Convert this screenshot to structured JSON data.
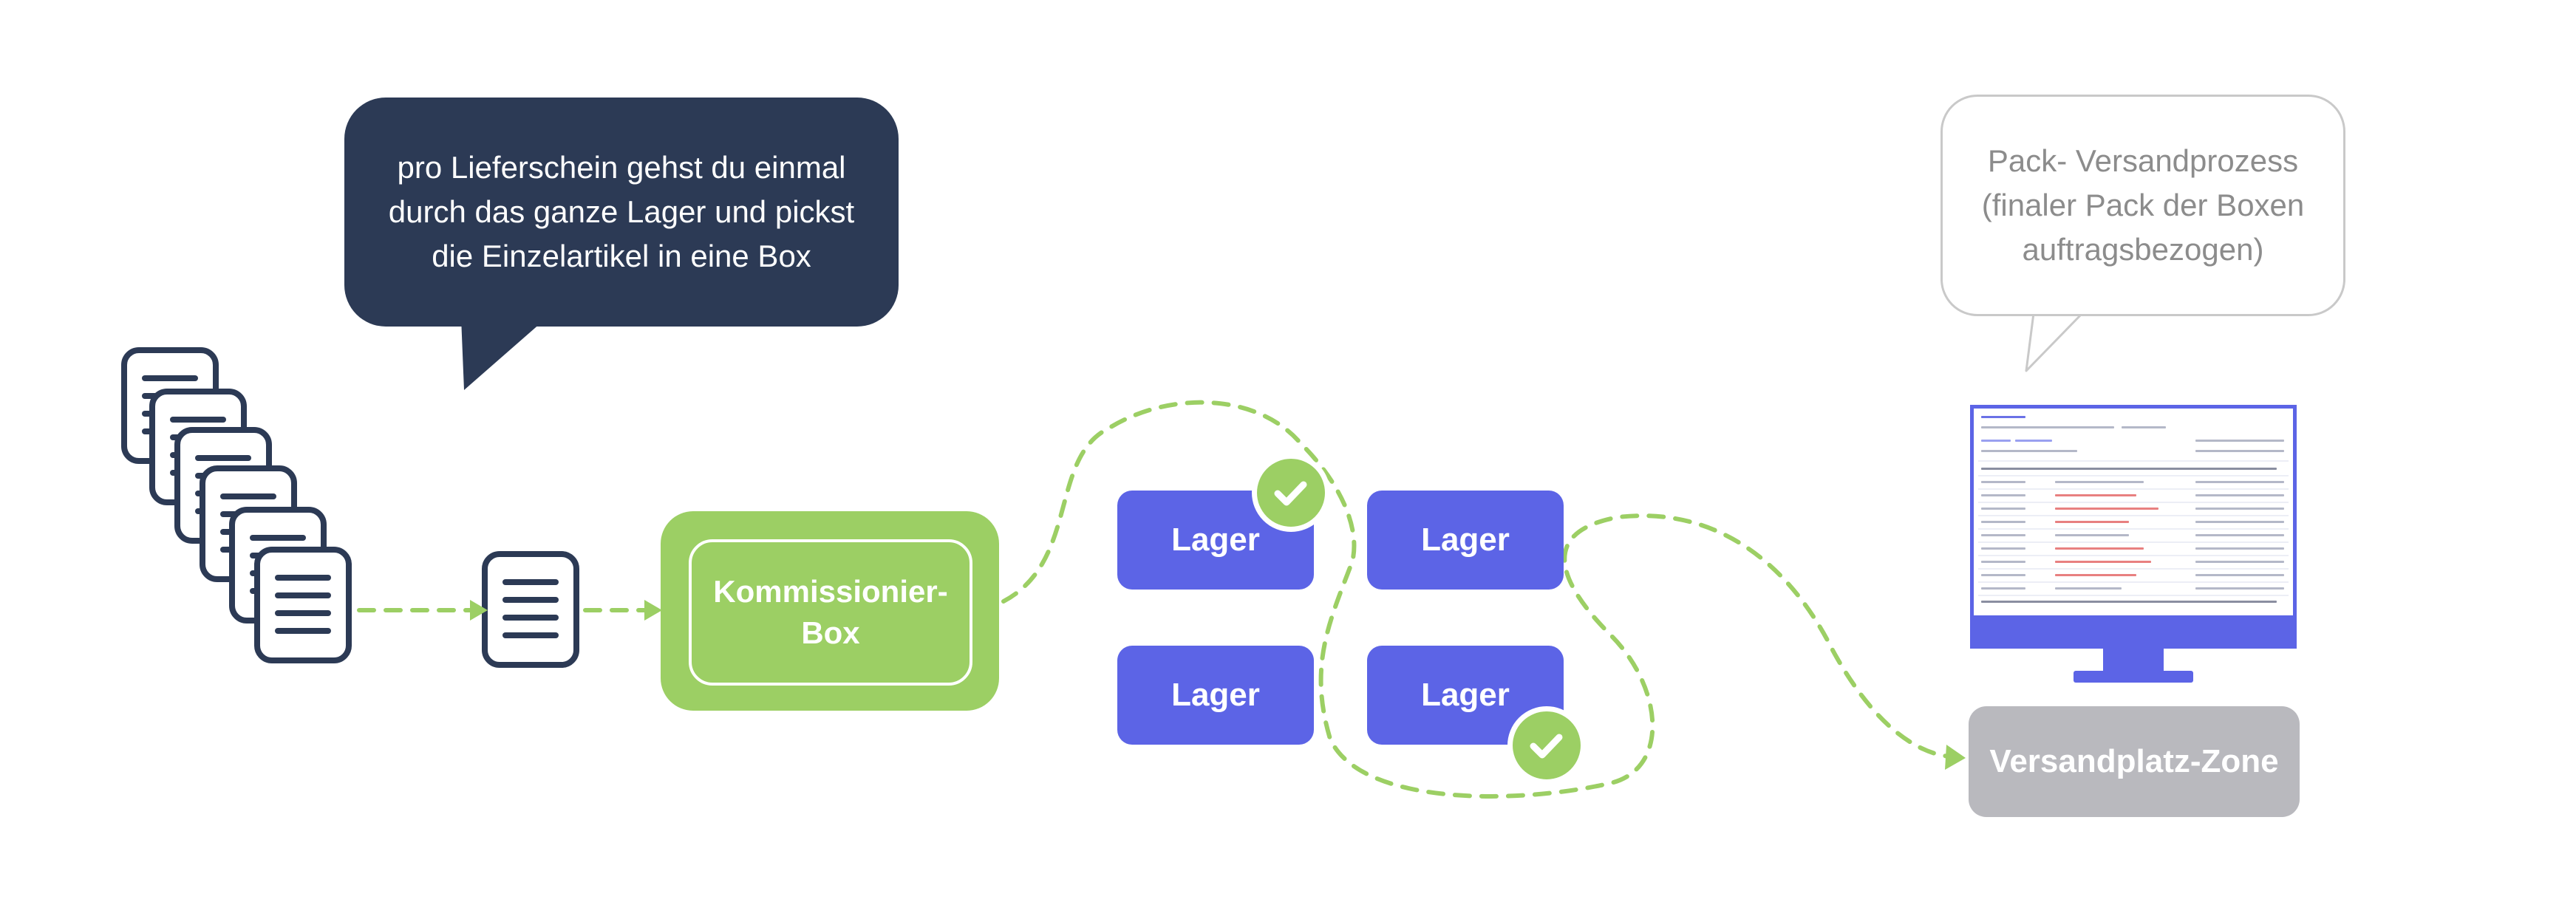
{
  "bubble_left": {
    "text": "pro Lieferschein gehst du einmal\ndurch das ganze Lager und pickst\ndie Einzelartikel in eine Box"
  },
  "bubble_right": {
    "text": "Pack- Versandprozess\n(finaler Pack der Boxen\nauftragsbezogen)"
  },
  "commission_box": {
    "label": "Kommissionier-\nBox"
  },
  "lagers": [
    "Lager",
    "Lager",
    "Lager",
    "Lager"
  ],
  "zone": {
    "label": "Versandplatz-Zone"
  },
  "colors": {
    "dark_navy": "#2c3a55",
    "green": "#9ccf64",
    "purple": "#5c64e6",
    "gray": "#b9b9be",
    "bubble_border": "#c9c9c9",
    "bubble_text": "#8c8c8c"
  },
  "icons": {
    "document_stack": "document-stack-icon",
    "document": "document-icon",
    "check": "check-icon",
    "monitor": "monitor-icon"
  }
}
